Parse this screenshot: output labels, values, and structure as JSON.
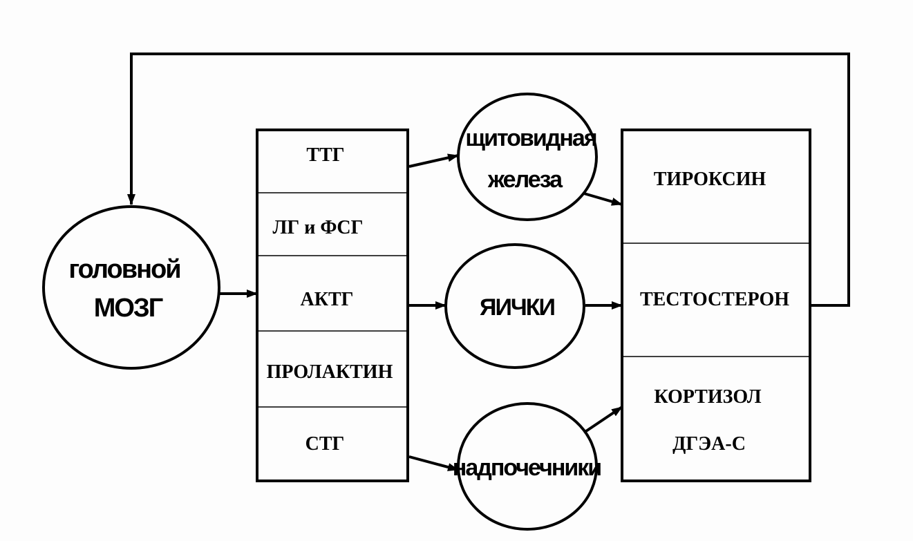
{
  "nodes": {
    "brain": {
      "line1": "головной",
      "line2": "МОЗГ"
    },
    "thyroid": {
      "line1": "щитовидная",
      "line2": "железа"
    },
    "testes": {
      "label": "ЯИЧКИ"
    },
    "adrenals": {
      "label": "надпочечники"
    }
  },
  "pituitary_hormones": {
    "items": [
      "ТТГ",
      "ЛГ и ФСГ",
      "АКТГ",
      "ПРОЛАКТИН",
      "СТГ"
    ]
  },
  "target_hormones": {
    "items": [
      {
        "lines": [
          "ТИРОКСИН"
        ]
      },
      {
        "lines": [
          "ТЕСТОСТЕРОН"
        ]
      },
      {
        "lines": [
          "КОРТИЗОЛ",
          "ДГЭА-С"
        ]
      }
    ]
  },
  "colors": {
    "stroke": "#000000",
    "background": "#fdfdfd"
  }
}
